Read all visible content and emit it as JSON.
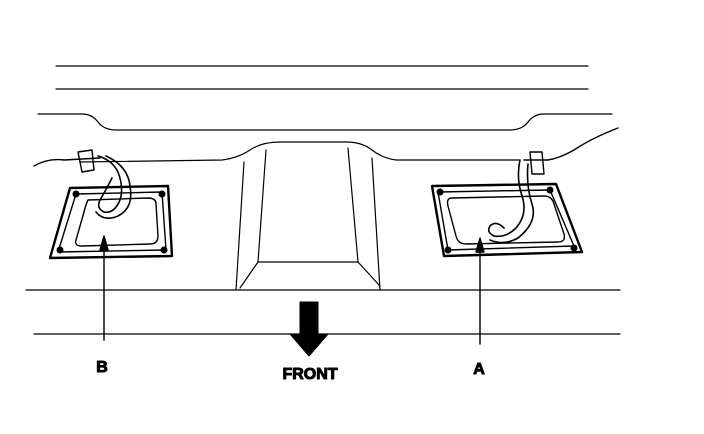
{
  "labels": {
    "b": "B",
    "front": "FRONT",
    "a": "A"
  },
  "colors": {
    "ink": "#000000",
    "paper": "#ffffff"
  }
}
